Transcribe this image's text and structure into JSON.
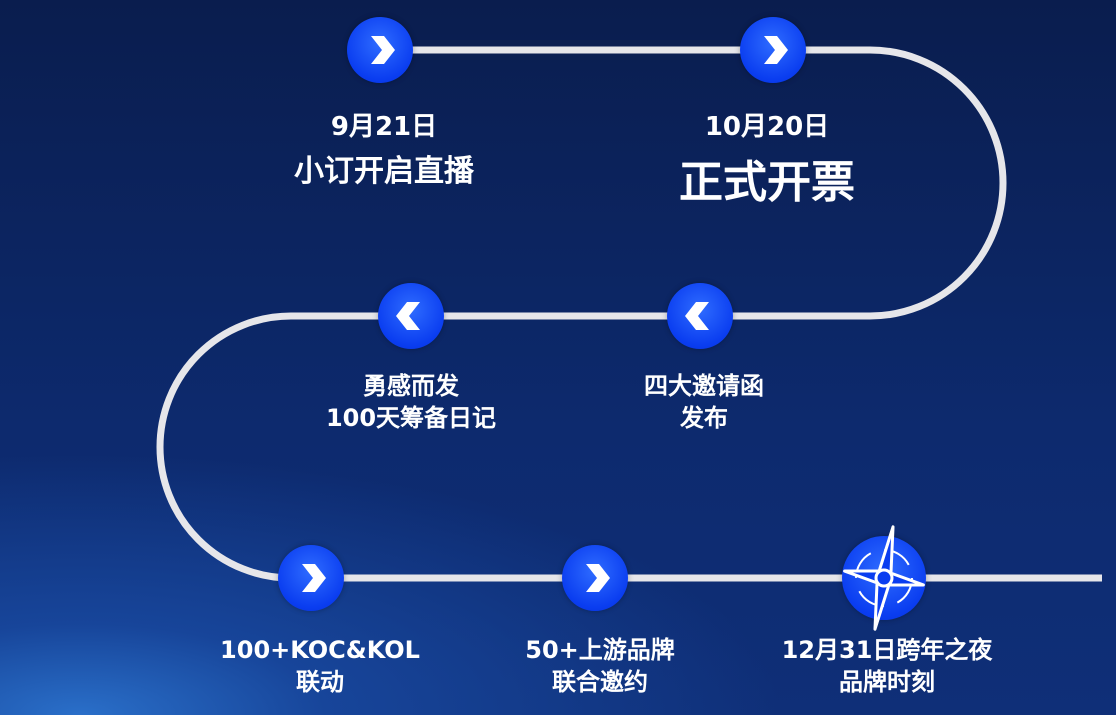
{
  "milestones": [
    {
      "date": "9月21日",
      "title": "小订开启直播",
      "icon": "chevron-right-icon"
    },
    {
      "date": "10月20日",
      "title": "正式开票",
      "icon": "chevron-right-icon"
    },
    {
      "line1": "四大邀请函",
      "line2": "发布",
      "icon": "chevron-left-icon"
    },
    {
      "line1": "勇感而发",
      "line2": "100天筹备日记",
      "icon": "chevron-left-icon"
    },
    {
      "line1": "100+KOC&KOL",
      "line2": "联动",
      "icon": "chevron-right-icon"
    },
    {
      "line1": "50+上游品牌",
      "line2": "联合邀约",
      "icon": "chevron-right-icon"
    },
    {
      "line1": "12月31日跨年之夜",
      "line2": "品牌时刻",
      "icon": "compass-icon"
    }
  ],
  "colors": {
    "path": "#e6e6ea",
    "node": "#0a3df0",
    "background": "#0a1d4e"
  }
}
